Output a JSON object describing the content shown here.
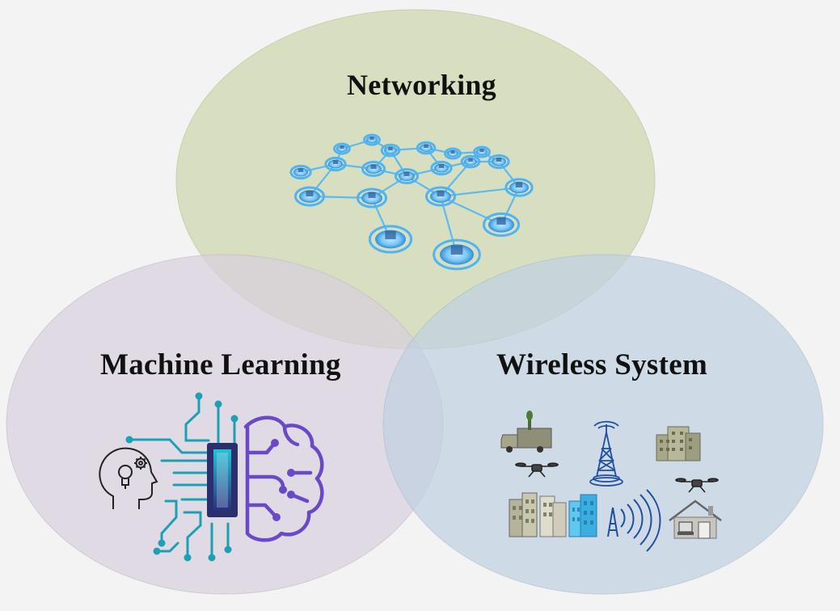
{
  "circles": [
    {
      "id": "networking",
      "label": "Networking",
      "fill": "#d3dbb6",
      "stroke": "#bfc8a0"
    },
    {
      "id": "machine_learning",
      "label": "Machine Learning",
      "fill": "#d8d1de",
      "stroke": "#c2bcc8"
    },
    {
      "id": "wireless_system",
      "label": "Wireless System",
      "fill": "#c1d1e2",
      "stroke": "#aebfd1"
    }
  ],
  "icons": {
    "networking": "network-topology-icon",
    "machine_learning": [
      "head-lightbulb-gear-icon",
      "circuit-brain-icon"
    ],
    "wireless_system": [
      "truck-antenna-icon",
      "cell-tower-icon",
      "building-icon",
      "drone-icon",
      "city-buildings-icon",
      "radio-antenna-icon",
      "house-computer-icon"
    ]
  },
  "colors": {
    "network_glow": "#4fb4f0",
    "network_line": "#6cc4ff",
    "brain_purple": "#6a49c7",
    "circuit_teal": "#1aa7b8",
    "chip_dark": "#2a2f6e"
  }
}
